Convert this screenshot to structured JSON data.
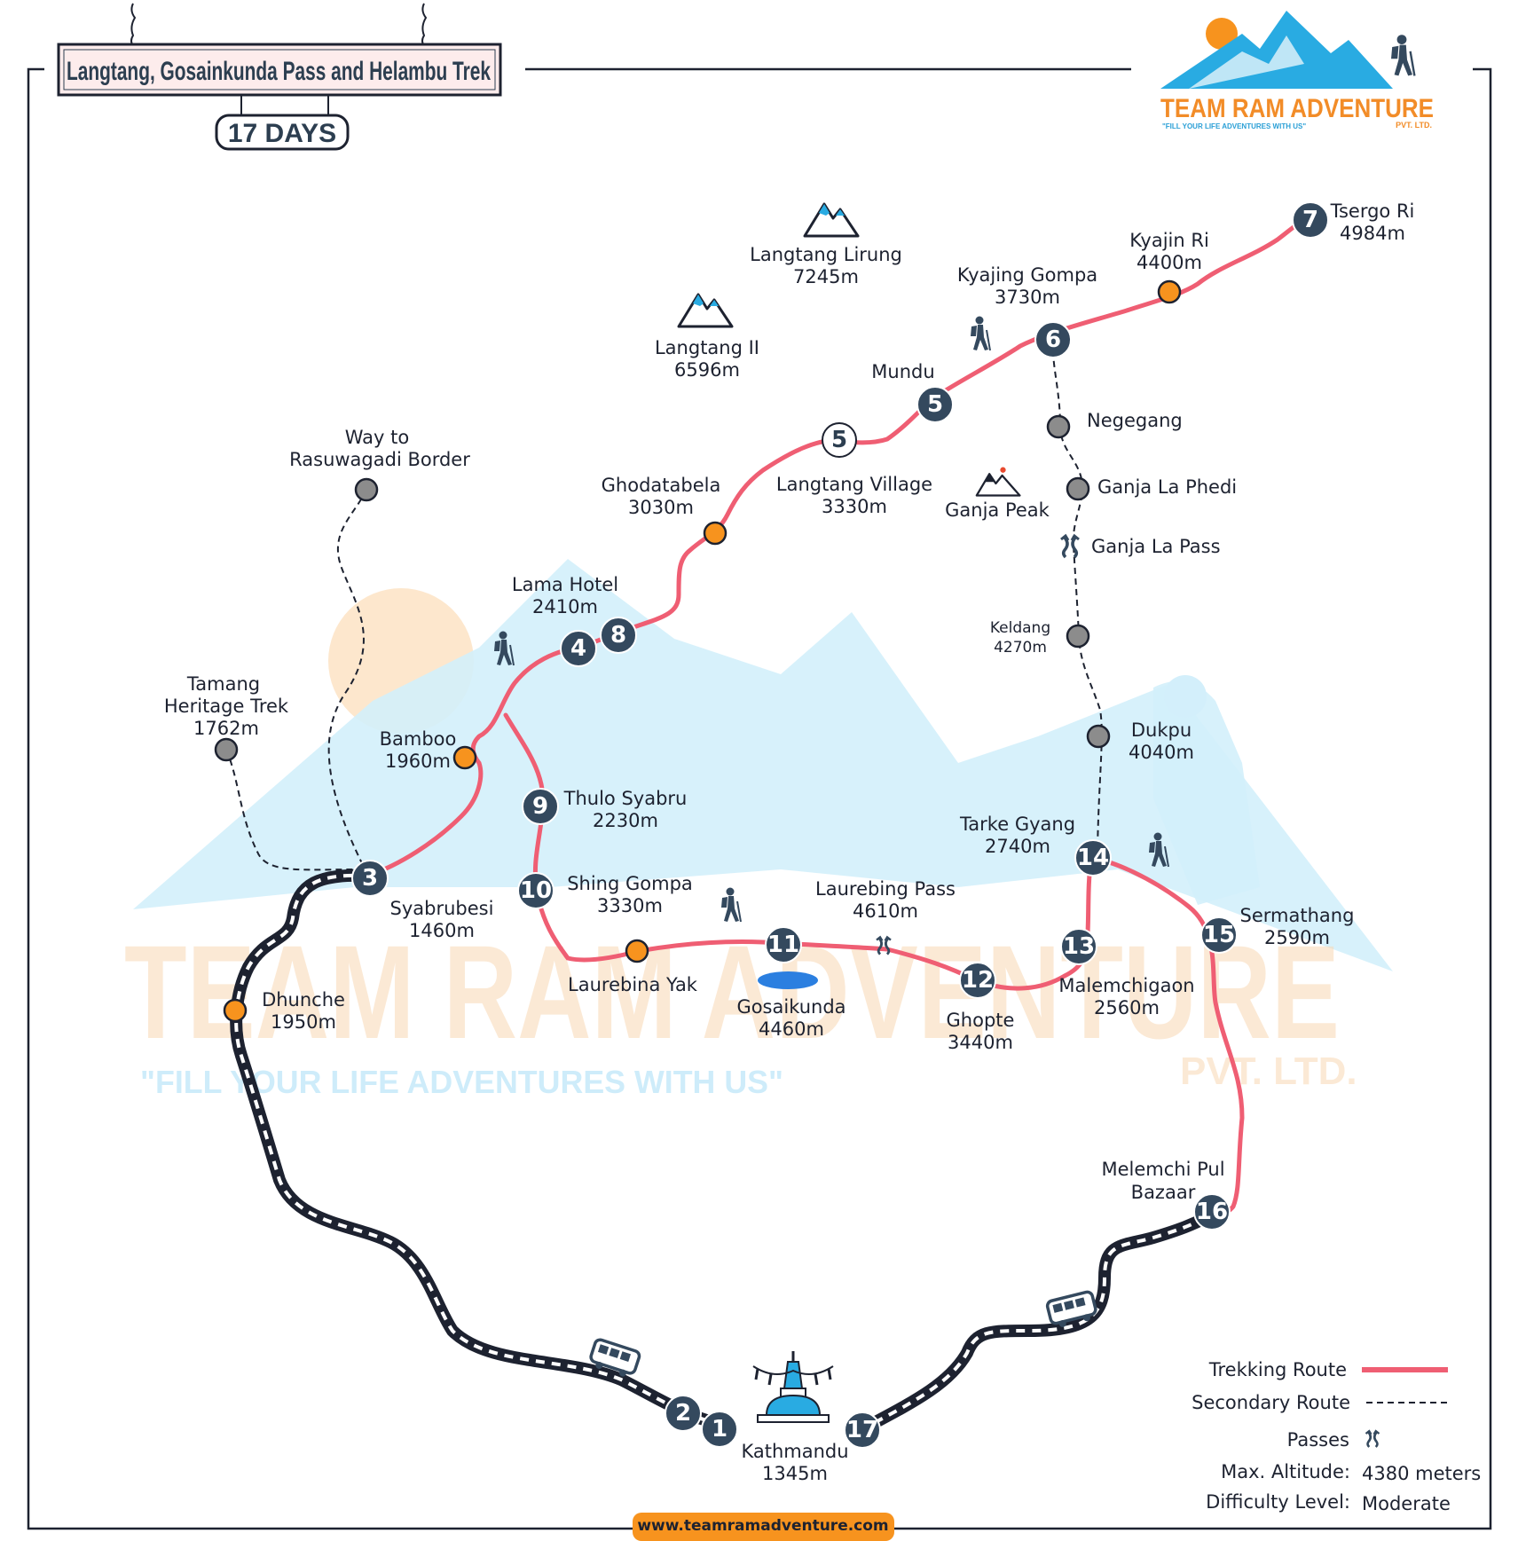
{
  "header": {
    "title": "Langtang, Gosainkunda Pass and Helambu Trek",
    "duration": "17 DAYS"
  },
  "brand": {
    "name": "TEAM RAM ADVENTURE",
    "suffix": "PVT. LTD.",
    "tagline": "\"FILL YOUR LIFE ADVENTURES WITH US\"",
    "website": "www.teamramadventure.com"
  },
  "colors": {
    "trekking_route": "#ef5e73",
    "secondary_route": "#1d2230",
    "stop_marker": "#34495e",
    "orange_marker": "#f7931e",
    "grey_marker": "#8c8c8c",
    "accent_blue": "#29abe2"
  },
  "stops": {
    "s1": "1",
    "s2": "2",
    "s3": "3",
    "s4": "4",
    "s5a": "5",
    "s5b": "5",
    "s6": "6",
    "s7": "7",
    "s8": "8",
    "s9": "9",
    "s10": "10",
    "s11": "11",
    "s12": "12",
    "s13": "13",
    "s14": "14",
    "s15": "15",
    "s16": "16",
    "s17": "17"
  },
  "places": {
    "langtang_lirung": [
      "Langtang Lirung",
      "7245m"
    ],
    "langtang_ii": [
      "Langtang II",
      "6596m"
    ],
    "tsergo_ri": [
      "Tsergo Ri",
      "4984m"
    ],
    "kyajin_ri": [
      "Kyajin Ri",
      "4400m"
    ],
    "kyajing_gompa": [
      "Kyajing Gompa",
      "3730m"
    ],
    "mundu": [
      "Mundu"
    ],
    "negegang": [
      "Negegang"
    ],
    "langtang_village": [
      "Langtang Village",
      "3330m"
    ],
    "ganja_peak": [
      "Ganja Peak"
    ],
    "ganja_la_phedi": [
      "Ganja La Phedi"
    ],
    "ganja_la_pass": [
      "Ganja La Pass"
    ],
    "ghodatabela": [
      "Ghodatabela",
      "3030m"
    ],
    "way_to_rasuwagadi": [
      "Way to",
      "Rasuwagadi Border"
    ],
    "lama_hotel": [
      "Lama Hotel",
      "2410m"
    ],
    "keldang": [
      "Keldang",
      "4270m"
    ],
    "tamang_heritage": [
      "Tamang",
      "Heritage Trek",
      "1762m"
    ],
    "bamboo": [
      "Bamboo",
      "1960m"
    ],
    "dukpu": [
      "Dukpu",
      "4040m"
    ],
    "thulo_syabru": [
      "Thulo Syabru",
      "2230m"
    ],
    "tarke_gyang": [
      "Tarke Gyang",
      "2740m"
    ],
    "syabrubesi": [
      "Syabrubesi",
      "1460m"
    ],
    "shing_gompa": [
      "Shing Gompa",
      "3330m"
    ],
    "laurebing_pass": [
      "Laurebing Pass",
      "4610m"
    ],
    "sermathang": [
      "Sermathang",
      "2590m"
    ],
    "laurebina_yak": [
      "Laurebina Yak"
    ],
    "gosaikunda": [
      "Gosaikunda",
      "4460m"
    ],
    "ghopte": [
      "Ghopte",
      "3440m"
    ],
    "malemchigaon": [
      "Malemchigaon",
      "2560m"
    ],
    "dhunche": [
      "Dhunche",
      "1950m"
    ],
    "melemchi_pul": [
      "Melemchi Pul",
      "Bazaar"
    ],
    "kathmandu": [
      "Kathmandu",
      "1345m"
    ]
  },
  "legend": {
    "trekking_route": "Trekking Route",
    "secondary_route": "Secondary Route",
    "passes": "Passes",
    "max_altitude_label": "Max. Altitude:",
    "max_altitude_value": "4380 meters",
    "difficulty_label": "Difficulty Level:",
    "difficulty_value": "Moderate"
  },
  "icons": {
    "peak": "mountain-peak-icon",
    "hiker": "hiker-icon",
    "bus": "bus-icon",
    "pass": "pass-icon",
    "stupa": "stupa-icon",
    "lake": "lake-icon"
  }
}
